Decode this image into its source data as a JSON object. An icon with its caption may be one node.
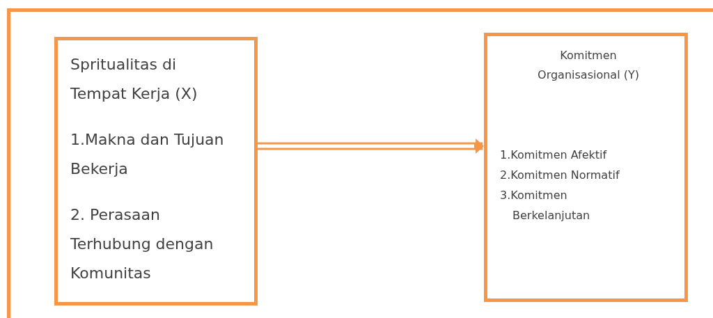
{
  "diagram": {
    "nodes": [
      {
        "text": [
          "Spritualitas di Tempat Kerja (X)",
          "1.Makna dan Tujuan Bekerja",
          "2. Perasaan Terhubung dengan Komunitas"
        ]
      },
      {
        "text": [
          "Komitmen Organisasional (Y)",
          "1.Komitmen Afektif",
          "2.Komitmen Normatif",
          "3.Komitmen Berkelanjutan"
        ]
      }
    ],
    "edges": [
      {
        "from": 0,
        "to": 1,
        "arrow": "to"
      }
    ]
  }
}
